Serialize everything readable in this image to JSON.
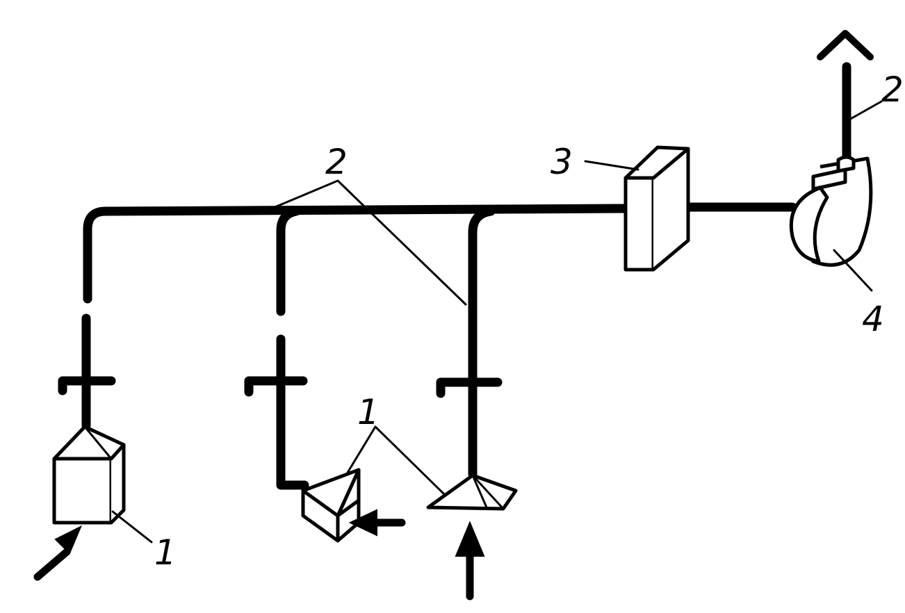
{
  "diagram": {
    "labels": {
      "prism_left": "1",
      "prisms_middle": "1",
      "pipes_main": "2",
      "pipe_out": "2",
      "mixer": "3",
      "detector": "4"
    },
    "colors": {
      "ink": "#000000",
      "paper": "#ffffff"
    }
  }
}
